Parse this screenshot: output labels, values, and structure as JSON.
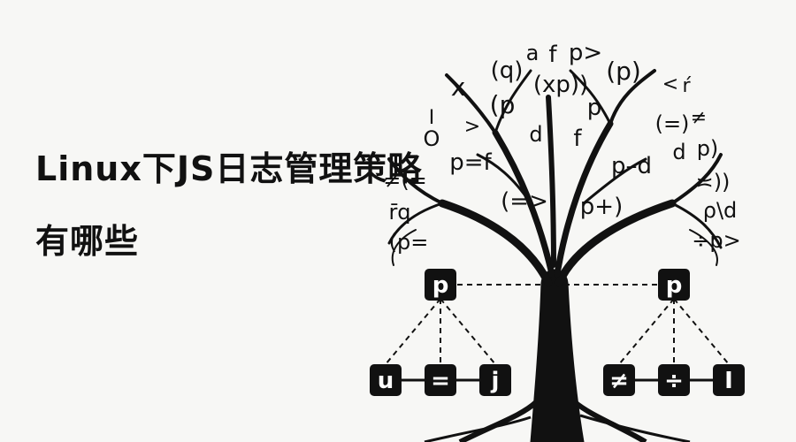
{
  "title": {
    "line1": "Linux下JS日志管理策略",
    "line2": "有哪些"
  },
  "illustration": {
    "canopy_symbols": [
      "(q)",
      "a",
      "f",
      "p>",
      "(p)",
      "x",
      "(xp))",
      "<",
      "ŕ",
      "(p",
      "p",
      "(=)",
      "≠",
      "I",
      "O",
      ">",
      "d",
      "f",
      "d",
      "p)",
      "p=f",
      "p–d",
      "≍))",
      "≠(=",
      "(=>",
      "p+)",
      "ρ\\d",
      "r̄q",
      "(p=",
      "÷p>"
    ],
    "nodes": {
      "left_parent": "p",
      "right_parent": "p",
      "left_children": [
        "u",
        "=",
        "j"
      ],
      "right_children": [
        "≠",
        "÷",
        "I"
      ]
    },
    "colors": {
      "ink": "#111111",
      "background": "#f7f7f5"
    }
  }
}
